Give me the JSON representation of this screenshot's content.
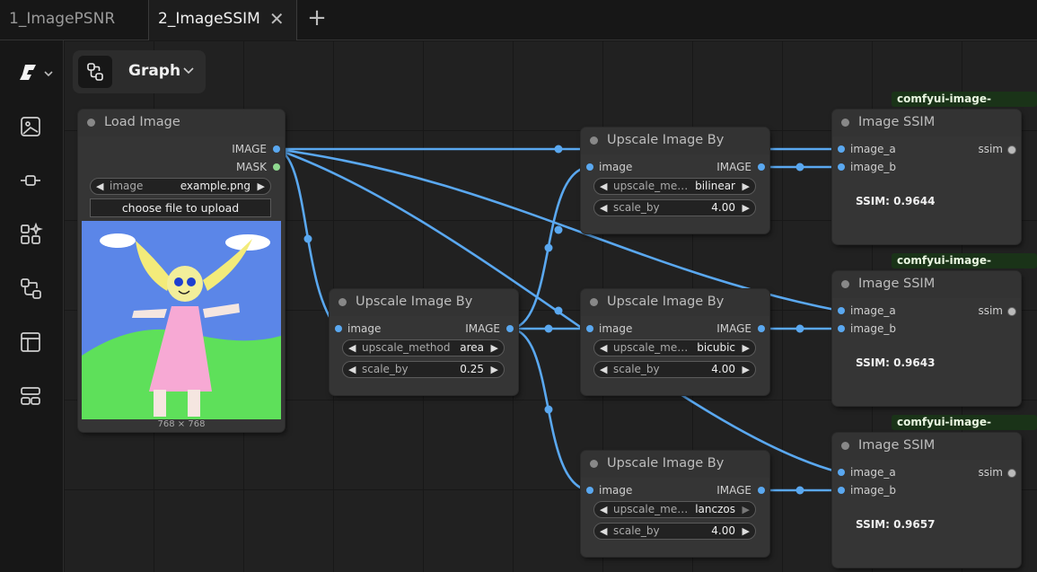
{
  "tabs": [
    {
      "label": "1_ImagePSNR",
      "active": false
    },
    {
      "label": "2_ImageSSIM",
      "active": true
    }
  ],
  "tab_close_glyph": "✕",
  "tab_add_glyph": "+",
  "sidebar": {
    "icons": [
      "comfy-logo-icon",
      "image-gallery-icon",
      "node-library-icon",
      "model-library-icon",
      "workflows-icon",
      "templates-icon",
      "queue-icon"
    ]
  },
  "graph_menu": {
    "label": "Graph"
  },
  "colors": {
    "wire": "#5aa8f0",
    "canvas": "#212121",
    "node": "#353535",
    "badge_bg": "#1a3318",
    "mask_slot": "#8fd98f"
  },
  "load_image": {
    "title": "Load Image",
    "outputs": [
      "IMAGE",
      "MASK"
    ],
    "widget_name": "image",
    "widget_value": "example.png",
    "upload_label": "choose file to upload",
    "image_size": "768 × 768"
  },
  "upscale_nodes": [
    {
      "title": "Upscale Image By",
      "input": "image",
      "output": "IMAGE",
      "method_label": "upscale_me…",
      "method": "bilinear",
      "scale_label": "scale_by",
      "scale": "4.00"
    },
    {
      "title": "Upscale Image By",
      "input": "image",
      "output": "IMAGE",
      "method_label": "upscale_method",
      "method": "area",
      "scale_label": "scale_by",
      "scale": "0.25"
    },
    {
      "title": "Upscale Image By",
      "input": "image",
      "output": "IMAGE",
      "method_label": "upscale_me…",
      "method": "bicubic",
      "scale_label": "scale_by",
      "scale": "4.00"
    },
    {
      "title": "Upscale Image By",
      "input": "image",
      "output": "IMAGE",
      "method_label": "upscale_me…",
      "method": "lanczos",
      "scale_label": "scale_by",
      "scale": "4.00"
    }
  ],
  "ssim_nodes": [
    {
      "badge": "comfyui-image-metrics",
      "title": "Image SSIM",
      "inputs": [
        "image_a",
        "image_b"
      ],
      "output": "ssim",
      "result": "SSIM: 0.9644"
    },
    {
      "badge": "comfyui-image-metrics",
      "title": "Image SSIM",
      "inputs": [
        "image_a",
        "image_b"
      ],
      "output": "ssim",
      "result": "SSIM: 0.9643"
    },
    {
      "badge": "comfyui-image-metrics",
      "title": "Image SSIM",
      "inputs": [
        "image_a",
        "image_b"
      ],
      "output": "ssim",
      "result": "SSIM: 0.9657"
    }
  ]
}
